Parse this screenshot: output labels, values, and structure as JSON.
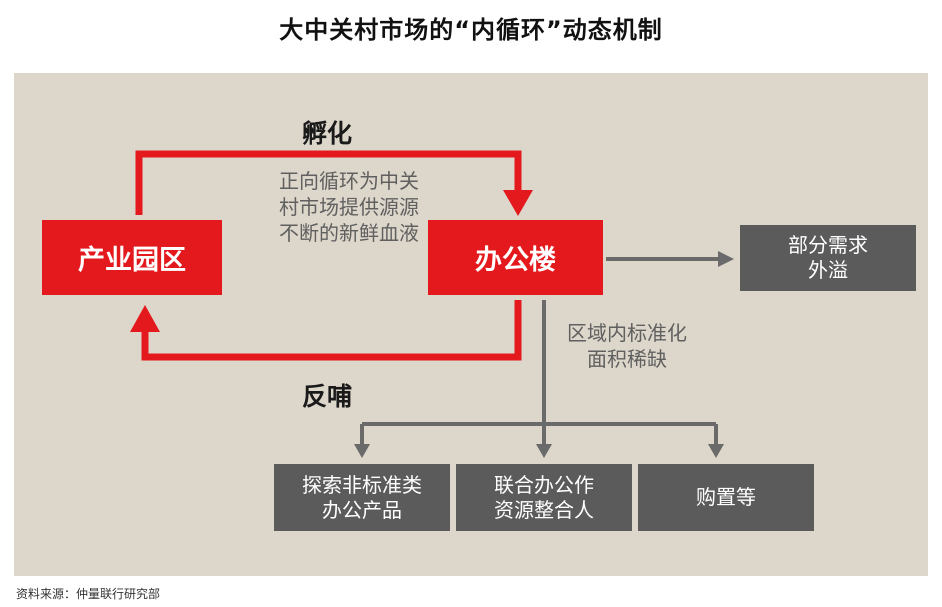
{
  "title": "大中关村市场的“内循环”动态机制",
  "labels": {
    "incubate": "孵化",
    "feedback": "反哺"
  },
  "nodes": {
    "industrial_park": "产业园区",
    "office_building": "办公楼",
    "demand_overflow": "部分需求\n外溢",
    "nonstandard_products": "探索非标准类\n办公产品",
    "joint_office_resources": "联合办公作\n资源整合人",
    "purchase": "购置等"
  },
  "notes": {
    "positive_cycle": "正向循环为中关\n村市场提供源源\n不断的新鲜血液",
    "scarcity": "区域内标准化\n面积稀缺"
  },
  "source": "资料来源：仲量联行研究部",
  "colors": {
    "panel": "#ddd6ca",
    "red": "#e3191e",
    "grey_box": "#5b5b5b",
    "grey_arrow": "#6a6a6a"
  }
}
